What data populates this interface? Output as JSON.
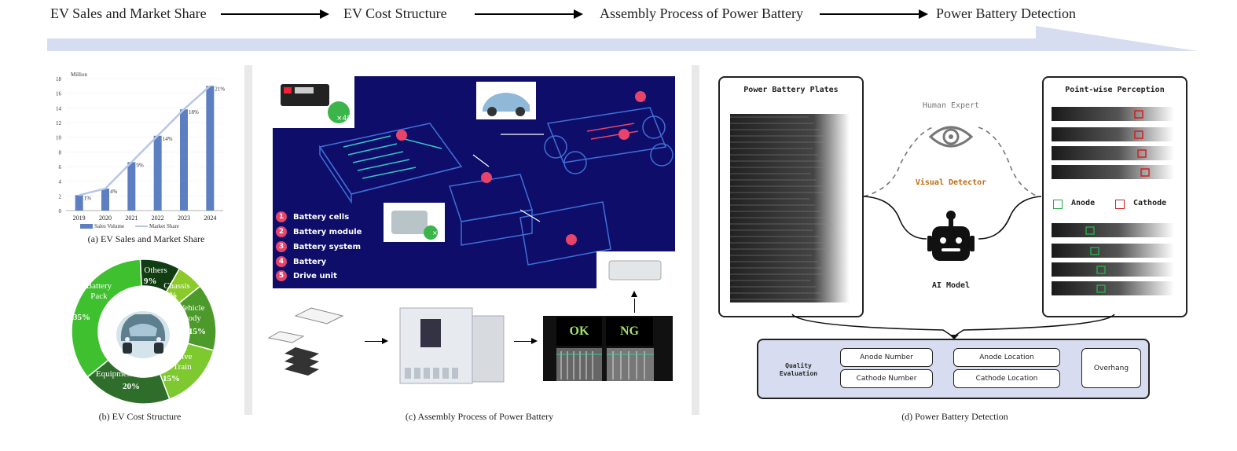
{
  "header": {
    "stages": [
      "EV Sales and Market Share",
      "EV Cost Structure",
      "Assembly Process of Power Battery",
      "Power Battery Detection"
    ]
  },
  "captions": {
    "a": "(a) EV Sales and Market Share",
    "b": "(b) EV Cost Structure",
    "c": "(c) Assembly Process of Power Battery",
    "d": "(d) Power Battery Detection"
  },
  "chart_data": {
    "type": "bar",
    "unit_label": "Million",
    "categories": [
      "2019",
      "2020",
      "2021",
      "2022",
      "2023",
      "2024"
    ],
    "series": [
      {
        "name": "Sales Volume",
        "type": "bar",
        "values": [
          2.1,
          3.0,
          6.6,
          10.2,
          13.8,
          17.0
        ]
      },
      {
        "name": "Market Share",
        "type": "line",
        "values": [
          1,
          4,
          9,
          14,
          18,
          21
        ],
        "labels": [
          "1%",
          "4%",
          "9%",
          "14%",
          "18%",
          "21%"
        ]
      }
    ],
    "yticks": [
      "0",
      "2",
      "4",
      "6",
      "8",
      "10",
      "12",
      "14",
      "16",
      "18"
    ],
    "ylim": [
      0,
      18
    ],
    "bar_color": "#5b7fc0",
    "line_color": "#b7c6e6"
  },
  "cost_structure": {
    "segments": [
      {
        "label": "Battery Pack",
        "pct": "35%",
        "value": 35,
        "color": "#3fc02e"
      },
      {
        "label": "Others",
        "pct": "9%",
        "value": 9,
        "color": "#123d12"
      },
      {
        "label": "Chassis",
        "pct": "6%",
        "value": 6,
        "color": "#8acb2a"
      },
      {
        "label": "Vehicle Body",
        "pct": "15%",
        "value": 15,
        "color": "#4c9a2a"
      },
      {
        "label": "Drive Train",
        "pct": "15%",
        "value": 15,
        "color": "#7ec830"
      },
      {
        "label": "Equipment",
        "pct": "20%",
        "value": 20,
        "color": "#2e6e2a"
      }
    ]
  },
  "assembly": {
    "legend": [
      {
        "num": "1",
        "label": "Battery cells"
      },
      {
        "num": "2",
        "label": "Battery module"
      },
      {
        "num": "3",
        "label": "Battery system"
      },
      {
        "num": "4",
        "label": "Battery"
      },
      {
        "num": "5",
        "label": "Drive unit"
      }
    ],
    "multiplier_48": "×48",
    "multiplier_4": "×4",
    "ok_label": "OK",
    "ng_label": "NG"
  },
  "detection": {
    "plates_title": "Power Battery Plates",
    "perception_title": "Point-wise Perception",
    "human_expert": "Human Expert",
    "visual_detector": "Visual Detector",
    "ai_model": "AI Model",
    "anode": "Anode",
    "cathode": "Cathode",
    "quality_evaluation": "Quality Evaluation",
    "anode_number": "Anode Number",
    "cathode_number": "Cathode Number",
    "anode_location": "Anode Location",
    "cathode_location": "Cathode Location",
    "overhang": "Overhang",
    "colors": {
      "anode": "#2aa84a",
      "cathode": "#d02020",
      "visual_detector": "#c06a10",
      "eval_bg": "#d8dcf0"
    }
  }
}
